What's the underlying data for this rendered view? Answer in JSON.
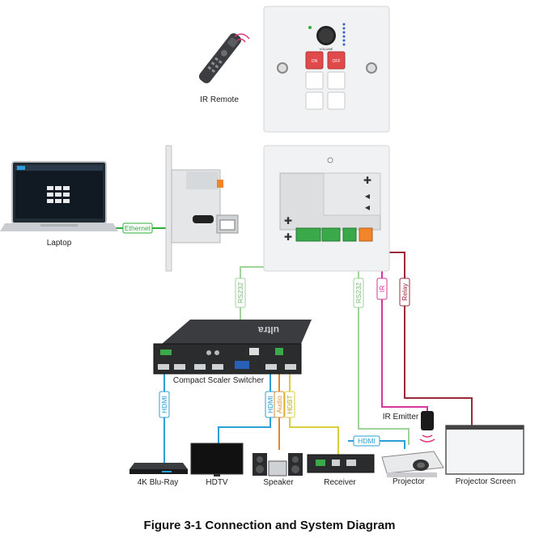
{
  "labels": {
    "ir_remote": "IR Remote",
    "laptop": "Laptop",
    "switcher": "Compact Scaler Switcher",
    "bluray": "4K Blu-Ray",
    "hdtv": "HDTV",
    "speaker": "Speaker",
    "receiver": "Receiver",
    "projector": "Projector",
    "projector_screen": "Projector Screen",
    "ir_emitter": "IR Emitter"
  },
  "connections": {
    "ethernet": "Ethernet",
    "rs232_left": "RS232",
    "rs232_right": "RS232",
    "ir": "IR",
    "relay": "Relay",
    "hdmi_bluray": "HDMI",
    "hdmi_out": "HDMI",
    "audio": "Audio",
    "hdbt": "HDBT",
    "hdmi_receiver": "HDMI"
  },
  "panel": {
    "volume_label": "VOLUME",
    "on_label": "ON",
    "off_label": "OFF"
  },
  "colors": {
    "ethernet": "#2fae3a",
    "rs232": "#9fd39a",
    "ir": "#d6379a",
    "relay": "#9a2a3a",
    "hdmi": "#2a9fd8",
    "audio": "#e08a2a",
    "hdbt": "#d9cf3a",
    "panel_button_red": "#e04a4a"
  },
  "caption": "Figure 3-1 Connection and System Diagram"
}
